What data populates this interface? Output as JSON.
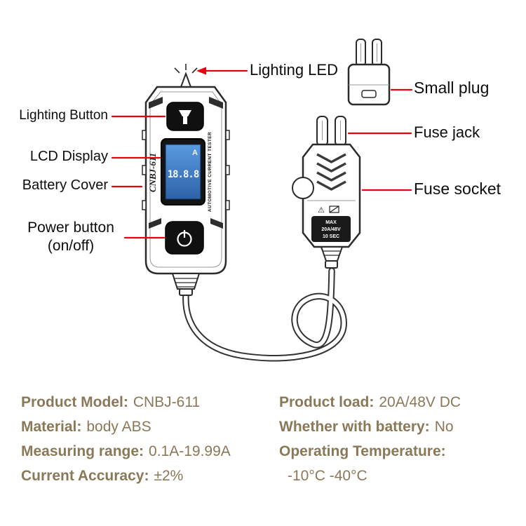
{
  "annotations": {
    "lighting_led": "Lighting LED",
    "small_plug": "Small plug",
    "fuse_jack": "Fuse jack",
    "fuse_socket": "Fuse socket",
    "lighting_button": "Lighting Button",
    "lcd_display": "LCD Display",
    "battery_cover": "Battery Cover",
    "power_button": "Power button",
    "power_button_sub": "(on/off)"
  },
  "device": {
    "brand_side_text": "CNBJ-611",
    "right_side_text": "AUTOMOTIVE CURRENT TESTER",
    "lcd_unit": "A",
    "lcd_value": "18.8.8",
    "socket_warning": "⚠",
    "socket_label_max": "MAX",
    "socket_label_rating": "20A/48V",
    "socket_label_time": "10 SEC"
  },
  "specs": {
    "left": [
      {
        "label": "Product Model:",
        "value": "CNBJ-611"
      },
      {
        "label": "Material:",
        "value": "body ABS"
      },
      {
        "label": "Measuring range:",
        "value": "0.1A-19.99A"
      },
      {
        "label": "Current Accuracy:",
        "value": "±2%"
      }
    ],
    "right": [
      {
        "label": "Product load:",
        "value": "20A/48V DC"
      },
      {
        "label": "Whether with battery:",
        "value": "No"
      },
      {
        "label": "Operating Temperature:",
        "value": "-10°C -40°C"
      }
    ]
  },
  "colors": {
    "annotation_red": "#e8000d",
    "spec_brown": "#8a7858",
    "lcd_blue": "#4a86cc",
    "lcd_blue_dark": "#2e62a8",
    "device_ink": "#2b2b2b"
  }
}
